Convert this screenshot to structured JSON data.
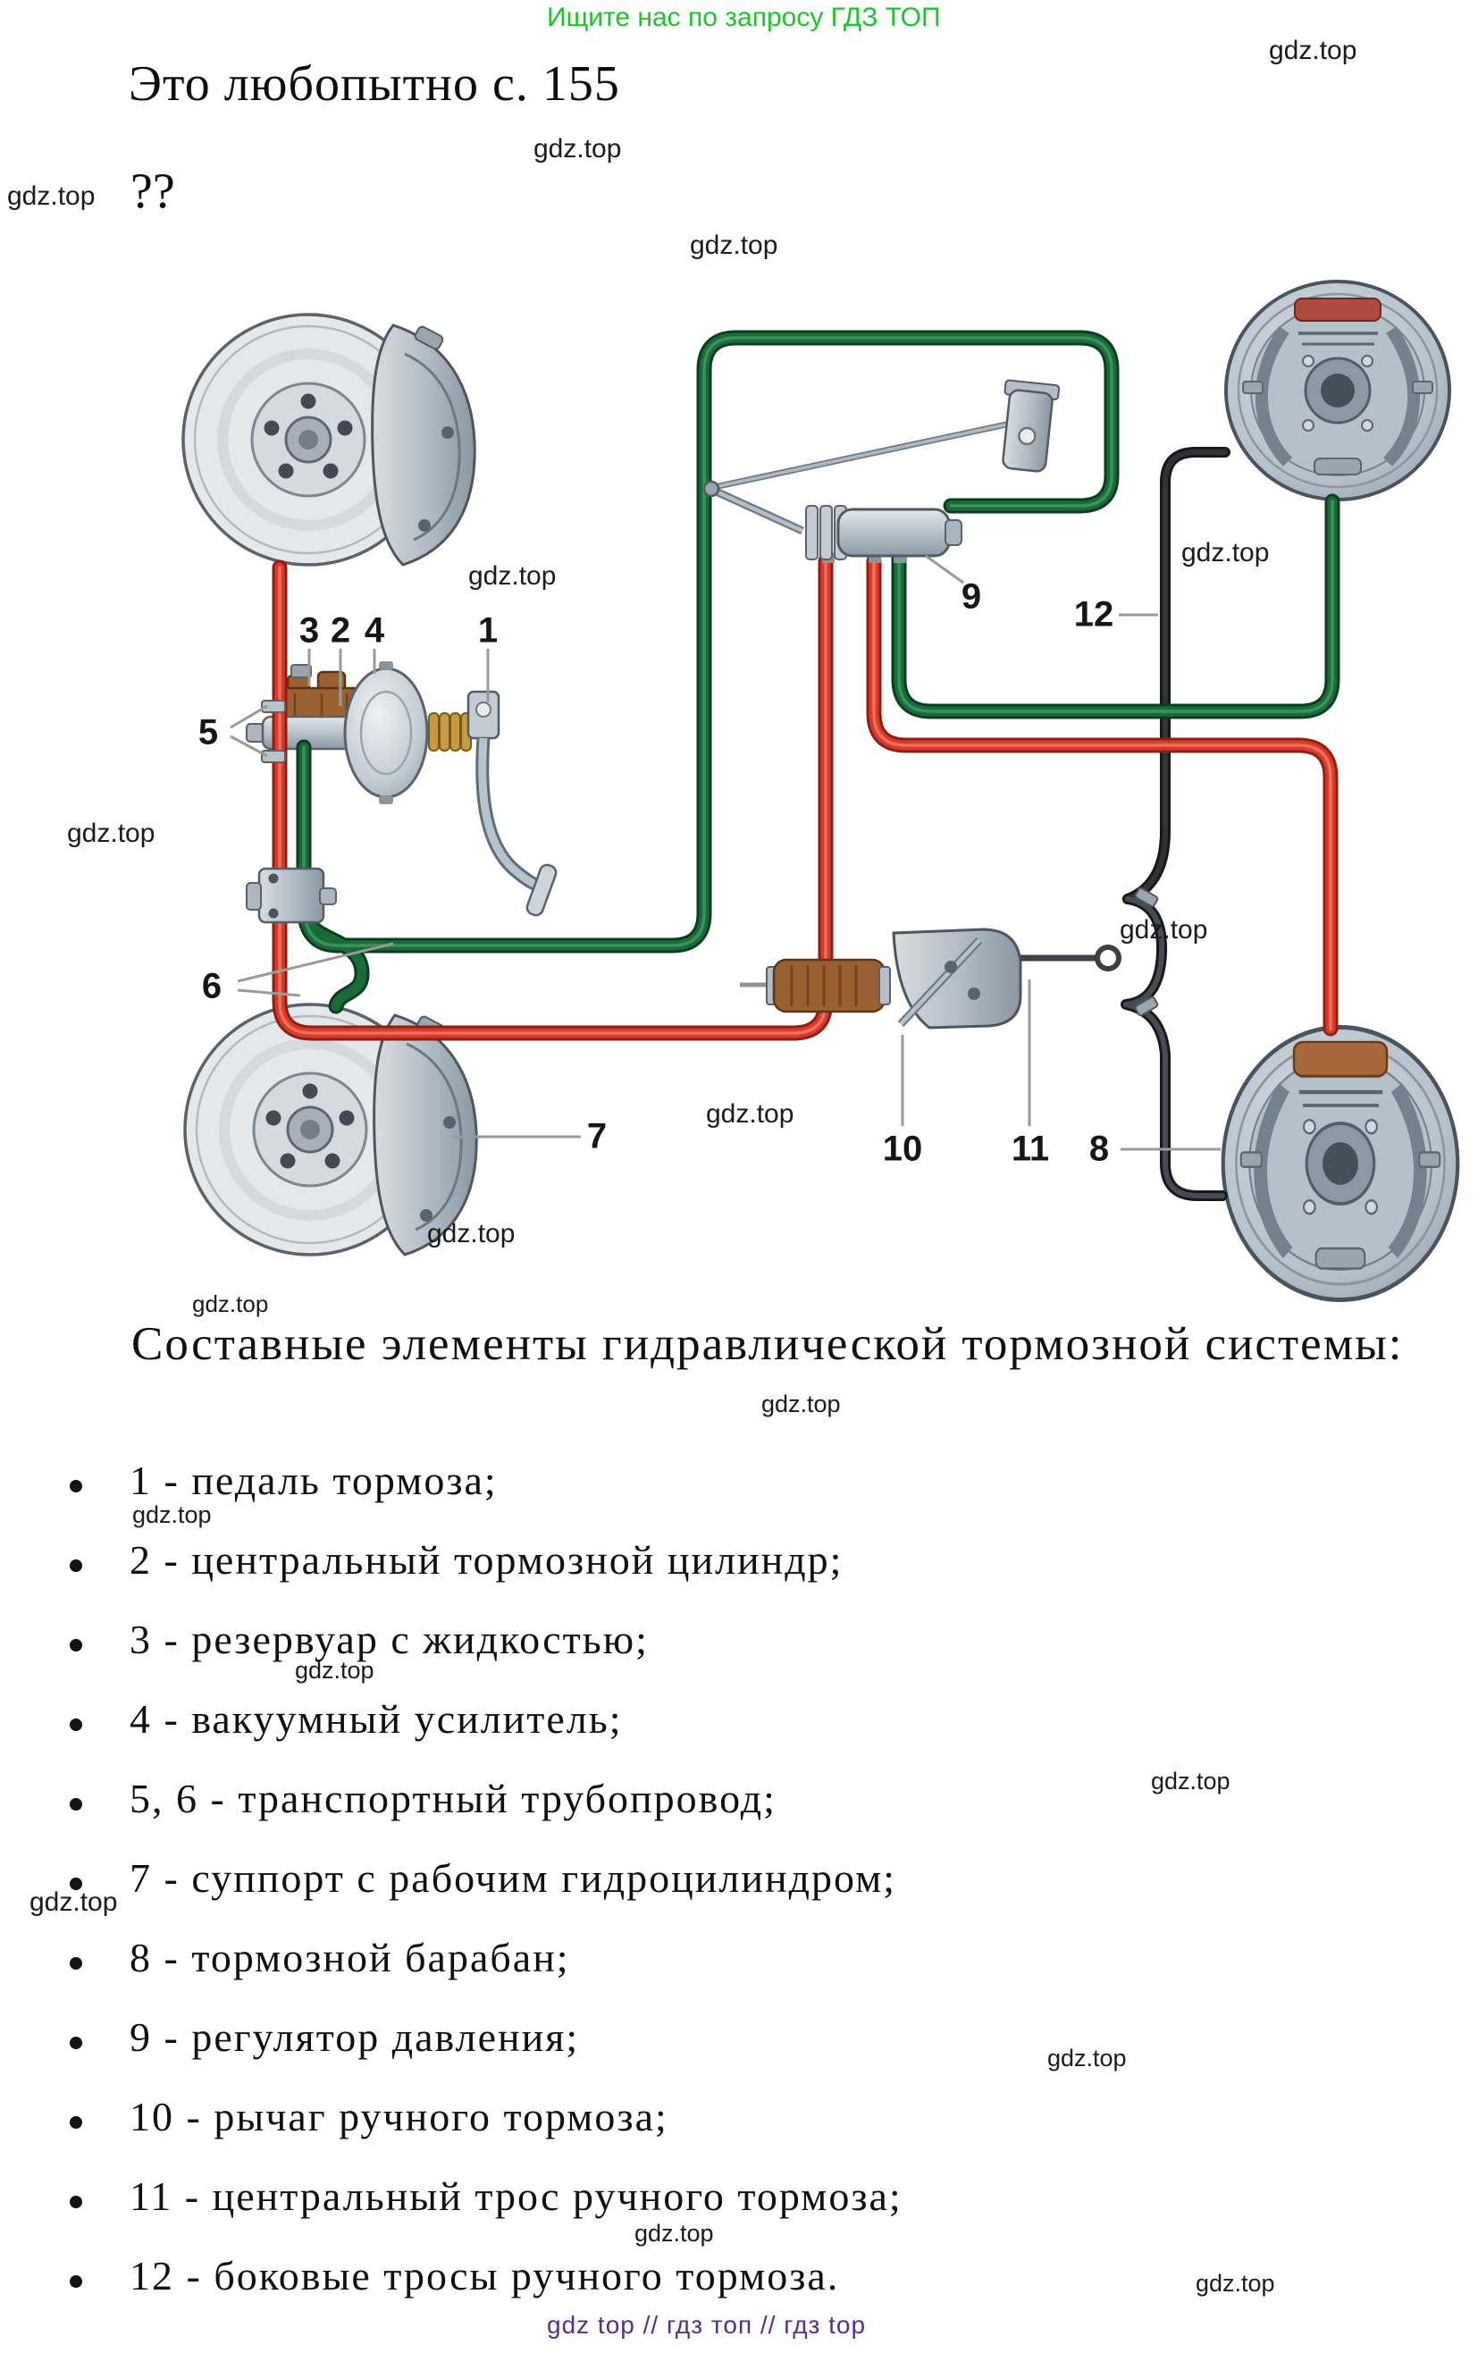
{
  "promo": {
    "text": "Ищите нас по запросу ГДЗ ТОП",
    "color": "#1fc32b"
  },
  "title": "Это любопытно с. 155",
  "question_marks": "??",
  "watermark": "gdz.top",
  "diagram": {
    "description": "Составные элементы гидравлической тормозной системы",
    "labels": {
      "l1": "1",
      "l2": "2",
      "l3": "3",
      "l4": "4",
      "l5": "5",
      "l6": "6",
      "l7": "7",
      "l8": "8",
      "l9": "9",
      "l10": "10",
      "l11": "11",
      "l12": "12"
    },
    "colors": {
      "front_circuit": "#d93a2c",
      "rear_circuit": "#1a6b3a",
      "handbrake_cable": "#2e3338"
    }
  },
  "section": {
    "heading": "Составные элементы гидравлической тормозной системы:",
    "items": [
      "1 - педаль тормоза;",
      "2 - центральный тормозной цилиндр;",
      "3 - резервуар с жидкостью;",
      "4 - вакуумный усилитель;",
      "5, 6 - транспортный трубопровод;",
      "7 - суппорт с рабочим гидроцилиндром;",
      "8 - тормозной барабан;",
      "9 - регулятор давления;",
      "10 - рычаг ручного тормоза;",
      "11 - центральный трос ручного тормоза;",
      "12 - боковые тросы ручного тормоза."
    ]
  },
  "footer": {
    "text": "gdz top  //  гдз топ  //  гдз top",
    "color": "#5b2c8c"
  }
}
